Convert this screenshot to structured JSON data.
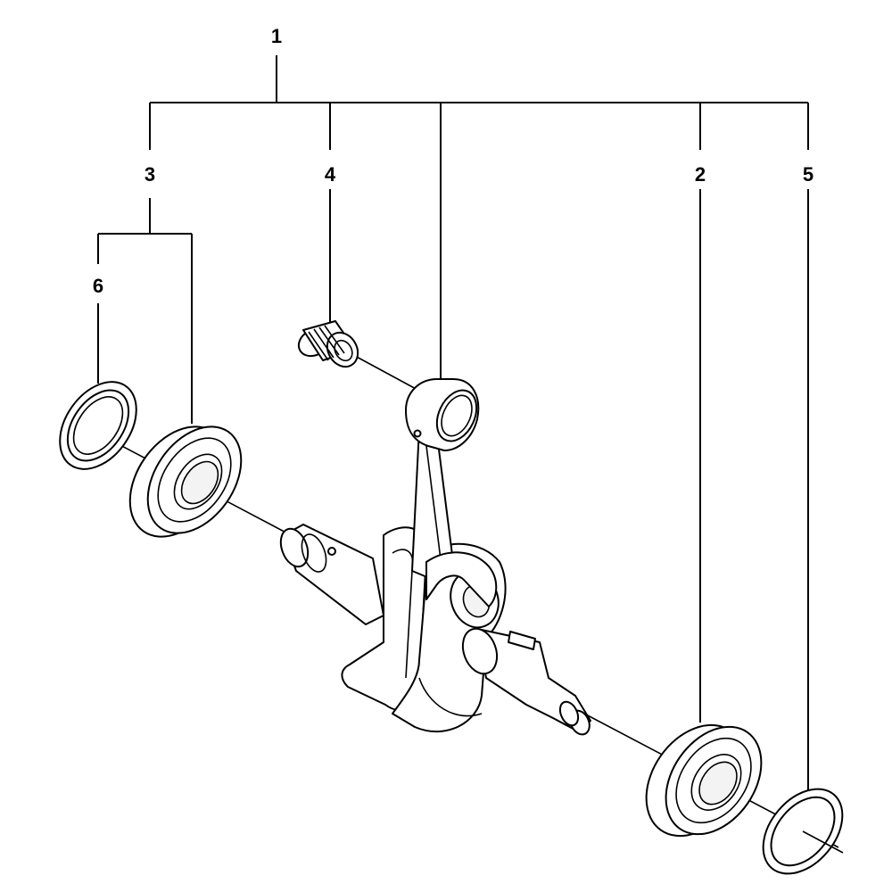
{
  "diagram": {
    "callouts": [
      {
        "id": "1",
        "text": "1"
      },
      {
        "id": "2",
        "text": "2"
      },
      {
        "id": "3",
        "text": "3"
      },
      {
        "id": "4",
        "text": "4"
      },
      {
        "id": "5",
        "text": "5"
      },
      {
        "id": "6",
        "text": "6"
      }
    ]
  }
}
